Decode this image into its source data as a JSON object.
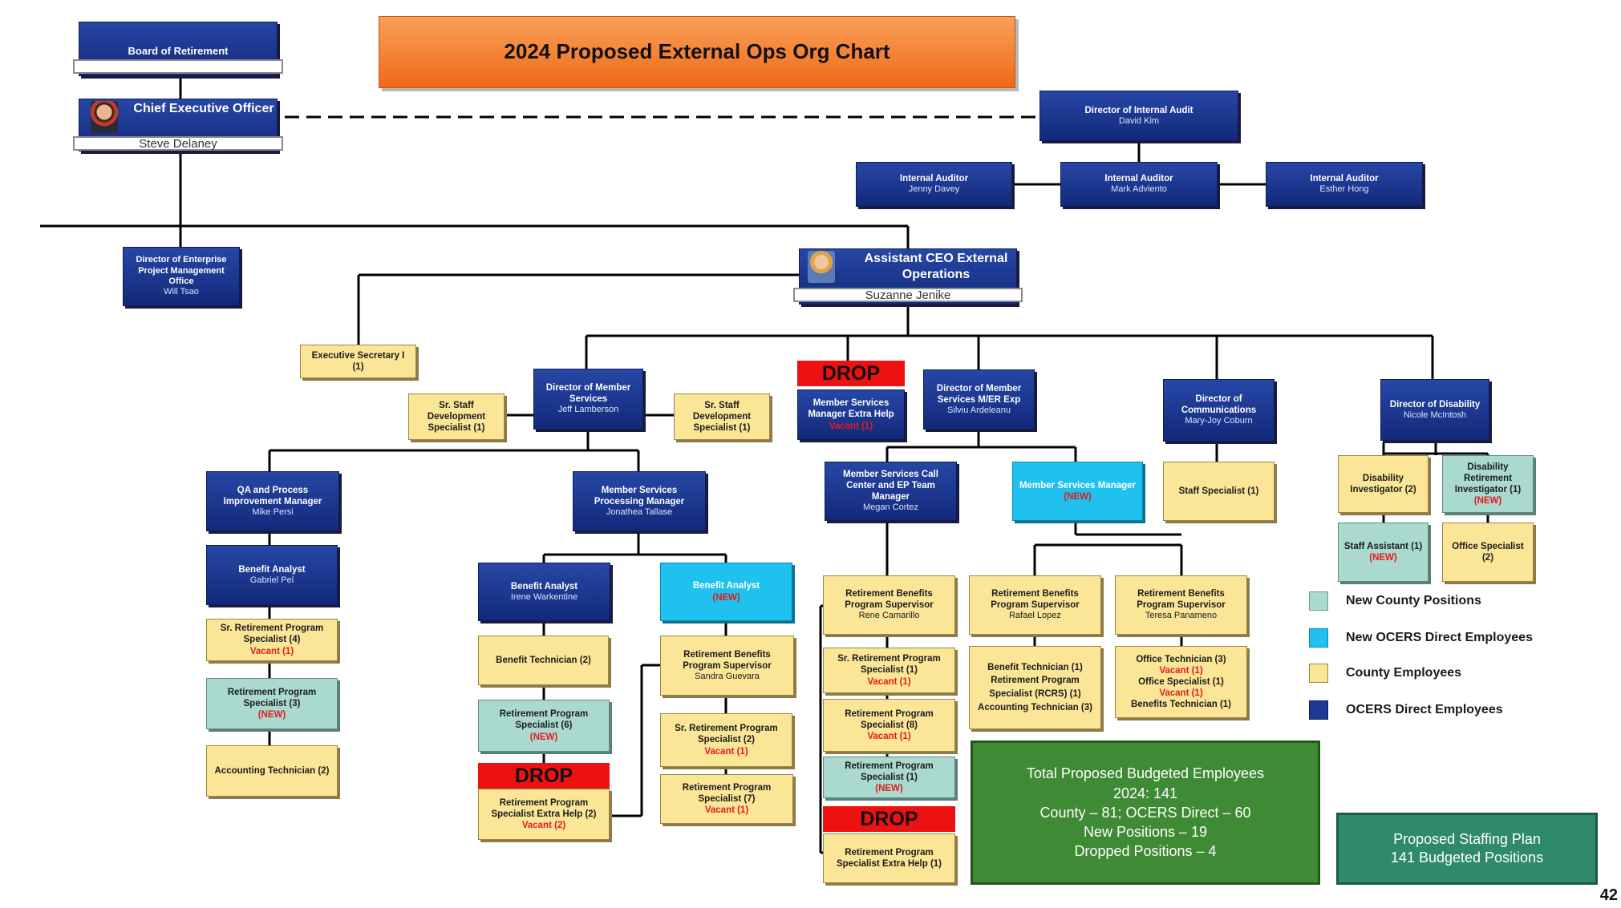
{
  "title": "2024 Proposed External Ops Org Chart",
  "page_number": "42",
  "colors": {
    "ocers_direct": "#1a3a96",
    "county": "#fbe596",
    "new_county": "#a9d9cf",
    "new_ocers_direct": "#1fc2ee",
    "drop": "#ee1111",
    "summary_green": "#3f8a34",
    "staffing_teal": "#2e8a6a"
  },
  "board": {
    "title": "Board of Retirement"
  },
  "ceo": {
    "title": "Chief Executive Officer",
    "name": "Steve Delaney"
  },
  "audit": {
    "director": {
      "title": "Director of Internal Audit",
      "name": "David Kim"
    },
    "auditors": [
      {
        "title": "Internal Auditor",
        "name": "Jenny Davey"
      },
      {
        "title": "Internal Auditor",
        "name": "Mark Adviento"
      },
      {
        "title": "Internal Auditor",
        "name": "Esther Hong"
      }
    ]
  },
  "epmo": {
    "title": "Director of Enterprise Project Management Office",
    "name": "Will Tsao"
  },
  "acx": {
    "title": "Assistant CEO External Operations",
    "name": "Suzanne Jenike"
  },
  "exec_secretary": {
    "title": "Executive Secretary I",
    "count": "(1)"
  },
  "member_services": {
    "director": {
      "title": "Director of Member Services",
      "name": "Jeff Lamberson"
    },
    "staff_dev_left": {
      "title": "Sr. Staff Development Specialist (1)"
    },
    "staff_dev_right": {
      "title": "Sr. Staff Development Specialist (1)"
    },
    "qa": {
      "title": "QA and Process Improvement Manager",
      "name": "Mike Persi"
    },
    "ba_gabriel": {
      "title": "Benefit Analyst",
      "name": "Gabriel Pel"
    },
    "sr_rps_4": {
      "title": "Sr. Retirement Program Specialist (4)",
      "note": "Vacant (1)"
    },
    "rps_3": {
      "title": "Retirement Program Specialist (3)",
      "note": "(NEW)"
    },
    "acct_tech_2": {
      "title": "Accounting Technician (2)"
    },
    "processing": {
      "title": "Member Services Processing Manager",
      "name": "Jonathea Tallase"
    },
    "ba_irene": {
      "title": "Benefit Analyst",
      "name": "Irene Warkentine"
    },
    "ba_new": {
      "title": "Benefit Analyst",
      "note": "(NEW)"
    },
    "benefit_tech_2": {
      "title": "Benefit Technician (2)"
    },
    "rbps_sandra": {
      "title": "Retirement Benefits Program Supervisor",
      "name": "Sandra Guevara"
    },
    "rps_6": {
      "title": "Retirement Program Specialist (6)",
      "note": "(NEW)"
    },
    "sr_rps_2": {
      "title": "Sr. Retirement Program Specialist (2)",
      "note": "Vacant (1)"
    },
    "drop_extra_help": {
      "drop": "DROP",
      "title": "Retirement Program Specialist Extra Help (2)",
      "note": "Vacant (2)"
    },
    "rps_7": {
      "title": "Retirement Program Specialist (7)",
      "note": "Vacant (1)"
    }
  },
  "drop_msm_extra": {
    "drop": "DROP",
    "title": "Member Services Manager Extra Help",
    "note": "Vacant (1)"
  },
  "mer": {
    "director": {
      "title": "Director of Member Services M/ER Exp",
      "name": "Silviu Ardeleanu"
    },
    "call_center": {
      "title": "Member Services Call Center and EP Team Manager",
      "name": "Megan Cortez"
    },
    "msm_new": {
      "title": "Member Services Manager",
      "note": "(NEW)"
    },
    "rbps_rene": {
      "title": "Retirement Benefits Program Supervisor",
      "name": "Rene Camarillo"
    },
    "sr_rps_1": {
      "title": "Sr. Retirement Program Specialist (1)",
      "note": "Vacant (1)"
    },
    "rps_8": {
      "title": "Retirement Program Specialist (8)",
      "note": "Vacant (1)"
    },
    "rps_1_new": {
      "title": "Retirement Program Specialist (1)",
      "note": "(NEW)"
    },
    "drop_extra_help_1": {
      "drop": "DROP",
      "title": "Retirement Program Specialist Extra Help (1)"
    },
    "rbps_rafael": {
      "title": "Retirement Benefits Program Supervisor",
      "name": "Rafael Lopez"
    },
    "rafael_team": {
      "line1": "Benefit Technician (1)",
      "line2": "Retirement Program Specialist (RCRS) (1)",
      "line3": "Accounting Technician (3)"
    },
    "rbps_teresa": {
      "title": "Retirement Benefits Program Supervisor",
      "name": "Teresa Panameno"
    },
    "teresa_team": {
      "line1": "Office Technician (3)",
      "line1_note": "Vacant (1)",
      "line2": "Office Specialist (1)",
      "line2_note": "Vacant (1)",
      "line3": "Benefits Technician (1)"
    }
  },
  "communications": {
    "director": {
      "title": "Director of Communications",
      "name": "Mary-Joy Coburn"
    },
    "staff_specialist": {
      "title": "Staff Specialist (1)"
    }
  },
  "disability": {
    "director": {
      "title": "Director of Disability",
      "name": "Nicole McIntosh"
    },
    "investigator": {
      "title": "Disability Investigator (2)"
    },
    "ret_investigator": {
      "title": "Disability Retirement Investigator (1)",
      "note": "(NEW)"
    },
    "staff_assistant": {
      "title": "Staff Assistant (1)",
      "note": "(NEW)"
    },
    "office_specialist": {
      "title": "Office Specialist (2)"
    }
  },
  "legend": [
    {
      "label": "New County Positions",
      "color": "#a9d9cf"
    },
    {
      "label": "New OCERS Direct Employees",
      "color": "#1fc2ee"
    },
    {
      "label": "County Employees",
      "color": "#fbe596"
    },
    {
      "label": "OCERS Direct Employees",
      "color": "#1a3a96"
    }
  ],
  "summary": {
    "line1": "Total Proposed Budgeted Employees",
    "line2": "2024: 141",
    "line3": "County – 81; OCERS Direct – 60",
    "line4": "New Positions – 19",
    "line5": "Dropped Positions – 4"
  },
  "staffing_plan": {
    "line1": "Proposed Staffing Plan",
    "line2": "141 Budgeted Positions"
  }
}
